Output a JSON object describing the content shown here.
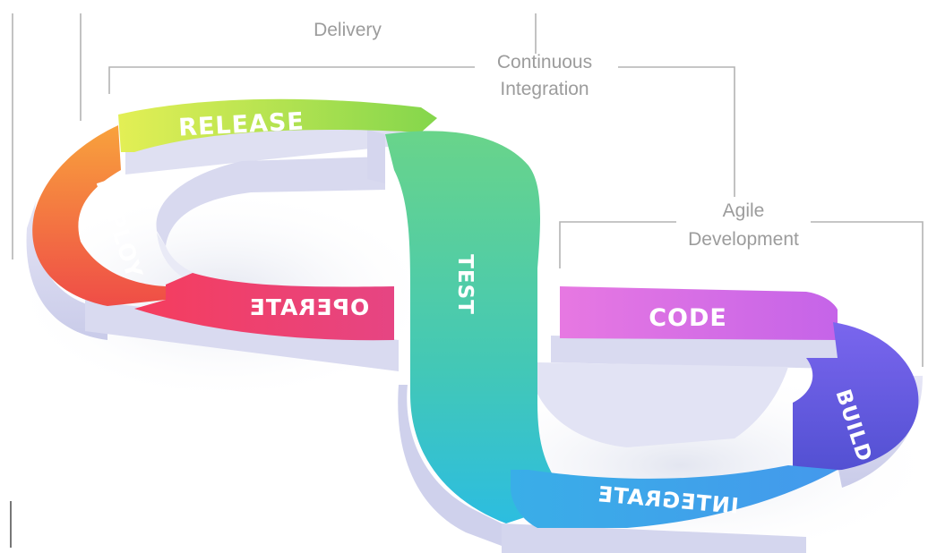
{
  "annotations": {
    "delivery": "Delivery",
    "ci_line1": "Continuous",
    "ci_line2": "Integration",
    "agile_line1": "Agile",
    "agile_line2": "Development"
  },
  "segments": {
    "release": {
      "label": "RELEASE",
      "color_start": "#cfe94a",
      "color_end": "#8ad64a"
    },
    "deploy": {
      "label": "DEPLOY",
      "color_start": "#f9a23a",
      "color_end": "#ee4f45"
    },
    "operate": {
      "label": "OPERATE",
      "color_start": "#f23f63",
      "color_end": "#e8447c"
    },
    "test": {
      "label": "TEST",
      "color_start": "#62d28a",
      "color_end": "#33c1c6"
    },
    "code": {
      "label": "CODE",
      "color_start": "#e374e0",
      "color_end": "#c865e6"
    },
    "build": {
      "label": "BUILD",
      "color_start": "#6d63e9",
      "color_end": "#5b53d6"
    },
    "integrate": {
      "label": "INTEGRATE",
      "color_start": "#42b5ea",
      "color_end": "#3da1ea"
    }
  }
}
